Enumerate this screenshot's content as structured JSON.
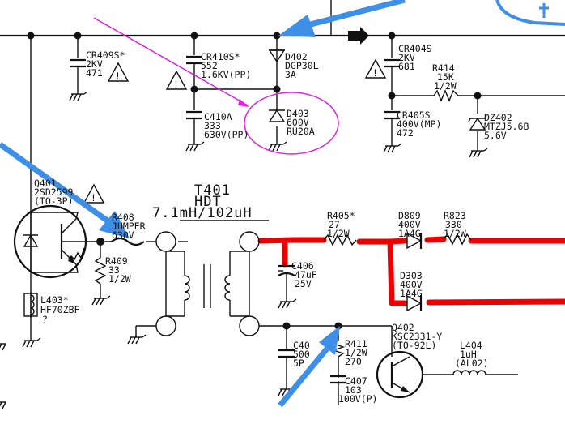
{
  "labels": {
    "cr409s": [
      "CR409S*",
      "2KV",
      "471"
    ],
    "cr410s": [
      "CR410S*",
      "552",
      "1.6KV(PP)"
    ],
    "d402": [
      "D402",
      "DGP30L",
      "3A"
    ],
    "cr404s": [
      "CR404S",
      "2KV",
      "681"
    ],
    "r414": [
      "R414",
      "15K",
      "1/2W"
    ],
    "c410a": [
      "C410A",
      "333",
      "630V(PP)"
    ],
    "d403": [
      "D403",
      "600V",
      "RU20A"
    ],
    "cr405s": [
      "CR405S",
      "400V(MP)",
      "472"
    ],
    "dz402": [
      "DZ402",
      "MTZJ5.6B",
      "5.6V"
    ],
    "q401": [
      "Q401",
      "2SD2599",
      "(TO-3P)"
    ],
    "r408": [
      "R408",
      "JUMPER",
      "630V"
    ],
    "r409": [
      "R409",
      "33",
      "1/2W"
    ],
    "t401": [
      "T401",
      "HDT",
      "7.1mH/102uH"
    ],
    "r405": [
      "R405*",
      "27",
      "1/2W"
    ],
    "d809": [
      "D809",
      "400V",
      "1A4G"
    ],
    "r823": [
      "R823",
      "330",
      "1/2W"
    ],
    "c406": [
      "C406",
      "47uF",
      "25V"
    ],
    "d303": [
      "D303",
      "400V",
      "1A4G"
    ],
    "l403": [
      "L403*",
      "HF70ZBF",
      "?"
    ],
    "c40x": [
      "C40",
      "500",
      "5P"
    ],
    "r411": [
      "R411",
      "1/2W",
      "270"
    ],
    "q402": [
      "Q402",
      "KSC2331-Y",
      "(TO-92L)"
    ],
    "l404": [
      "L404",
      "1uH",
      "(AL02)"
    ],
    "c407": [
      "C407",
      "103",
      "100V(P)"
    ]
  },
  "warning_symbol": "!",
  "colors": {
    "wire": "#111111",
    "highlight_path": "#ee0000",
    "pointer_arrow": "#3d8fe8",
    "annotation": "#e020e0"
  }
}
